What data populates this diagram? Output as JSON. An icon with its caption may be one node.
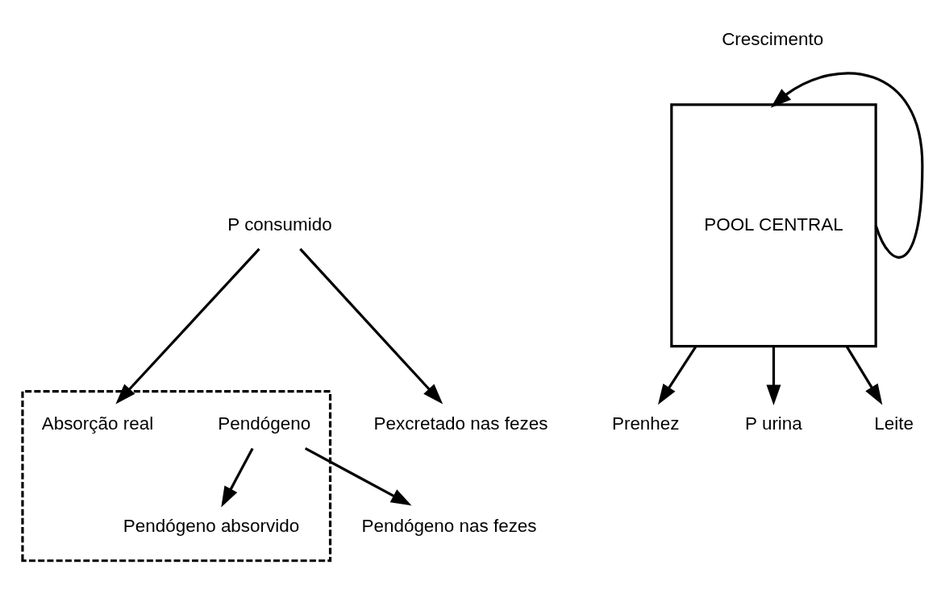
{
  "diagram": {
    "nodes": [
      {
        "text": [
          "P consumido"
        ]
      },
      {
        "text": [],
        "shape": "box"
      },
      {
        "text": [
          "Pendógeno"
        ],
        "in": 1
      },
      {
        "text": [
          "Pendógeno absorvido"
        ],
        "in": 1
      },
      {
        "text": [
          "Absorção real"
        ],
        "in": 1
      },
      {
        "text": [
          "POOL CENTRAL"
        ]
      },
      {
        "text": [
          "Prenhez"
        ]
      },
      {
        "text": [
          "Pexcretado nas fezes"
        ]
      },
      {
        "text": [
          "Pendógeno nas fezes"
        ]
      },
      {
        "text": [
          "P urina"
        ]
      },
      {
        "text": [
          "Leite"
        ]
      }
    ],
    "edges": [
      {
        "from": 0,
        "to": 7,
        "arrow": "to"
      },
      {
        "from": 0,
        "to": 4,
        "arrow": "to"
      },
      {
        "from": 2,
        "to": 8,
        "arrow": "to"
      },
      {
        "from": 2,
        "to": 3,
        "arrow": "to"
      },
      {
        "from": 5,
        "to": 5,
        "arrow": "to",
        "label": "Crescimento"
      },
      {
        "from": 5,
        "to": 6,
        "arrow": "to"
      },
      {
        "from": 5,
        "to": 9,
        "arrow": "to"
      },
      {
        "from": 5,
        "to": 10,
        "arrow": "to"
      }
    ]
  }
}
